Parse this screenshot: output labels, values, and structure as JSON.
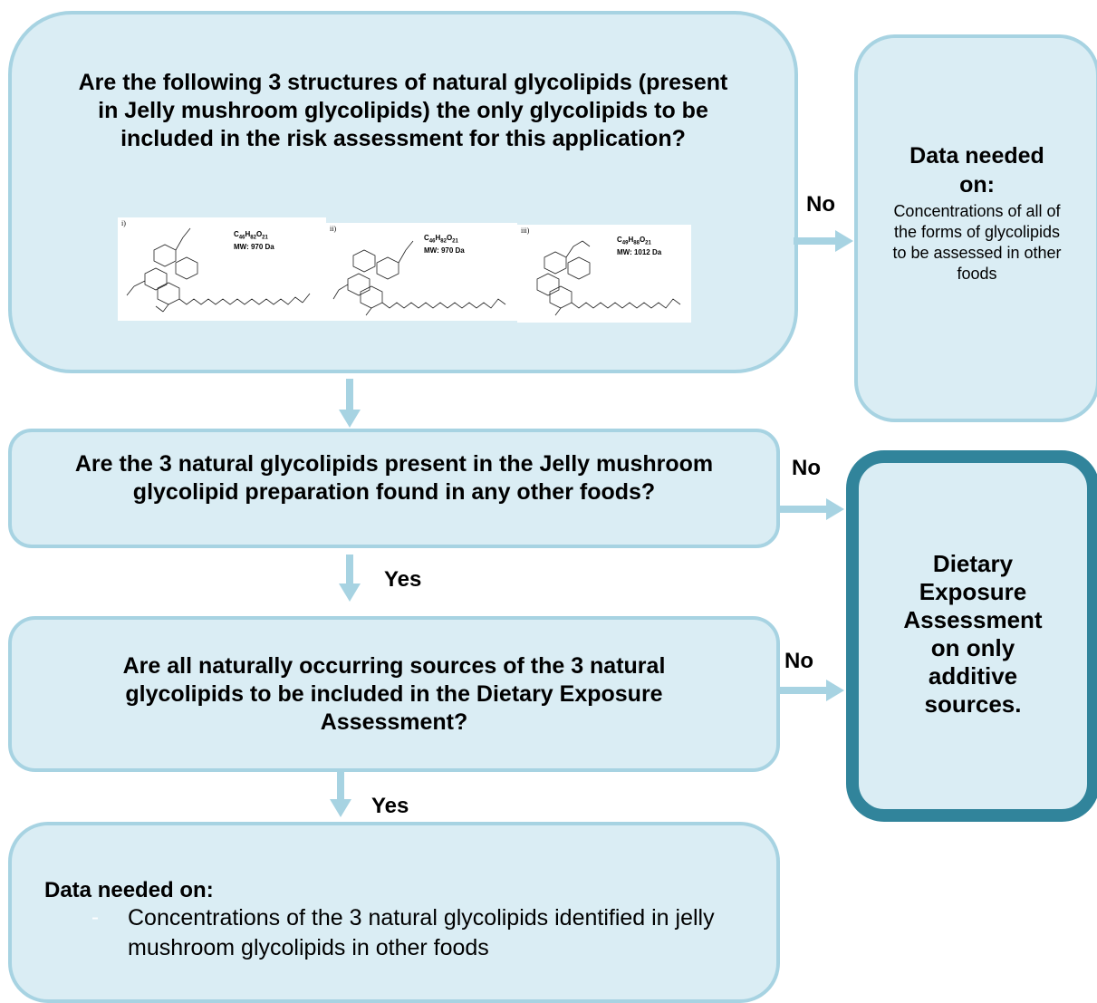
{
  "box1": {
    "question": "Are the following 3 structures of natural glycolipids (present in Jelly mushroom glycolipids) the only glycolipids to be included in the risk assessment for this application?",
    "structures": [
      {
        "tag": "i)",
        "formula_main": "C",
        "f1": "46",
        "f2": "H",
        "f3": "82",
        "f4": "O",
        "f5": "21",
        "mw": "MW: 970 Da"
      },
      {
        "tag": "ii)",
        "formula_main": "C",
        "f1": "46",
        "f2": "H",
        "f3": "82",
        "f4": "O",
        "f5": "21",
        "mw": "MW: 970 Da"
      },
      {
        "tag": "iii)",
        "formula_main": "C",
        "f1": "49",
        "f2": "H",
        "f3": "88",
        "f4": "O",
        "f5": "21",
        "mw": "MW: 1012 Da"
      }
    ]
  },
  "box_right_top": {
    "title": "Data needed on:",
    "body": "Concentrations of all of the forms of glycolipids to be assessed in other foods"
  },
  "box2": {
    "question": "Are the 3 natural glycolipids present in the Jelly mushroom glycolipid preparation found in any other foods?"
  },
  "box3": {
    "question": "Are all naturally occurring sources of the 3 natural glycolipids to be included in the Dietary Exposure Assessment?"
  },
  "box_right_mid": {
    "text": "Dietary Exposure Assessment on only additive sources."
  },
  "box4": {
    "title": "Data needed on:",
    "bullet": "-",
    "item": "Concentrations of the 3 natural glycolipids identified in jelly mushroom glycolipids in other foods"
  },
  "labels": {
    "no1": "No",
    "no2": "No",
    "no3": "No",
    "yes1": "Yes",
    "yes2": "Yes"
  },
  "colors": {
    "box_fill": "#daedf4",
    "box_border": "#a7d3e2",
    "outcome_border": "#31849b",
    "arrow": "#a7d3e2"
  }
}
